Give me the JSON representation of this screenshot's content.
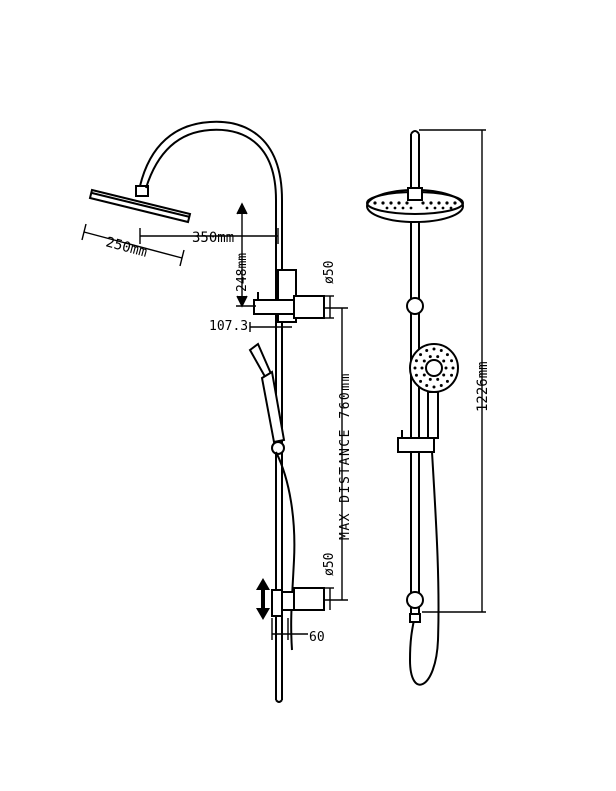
{
  "dimensions": {
    "head_length": "350mm",
    "head_diameter": "250mm",
    "arm_drop": "248mm",
    "upper_bracket_diameter": "ø50",
    "bracket_offset": "107.3",
    "max_distance": "MAX DISTANCE 760mm",
    "lower_bracket_diameter": "ø50",
    "lower_offset": "60",
    "total_height": "1226mm"
  },
  "colors": {
    "line": "#000000",
    "background": "#ffffff"
  }
}
